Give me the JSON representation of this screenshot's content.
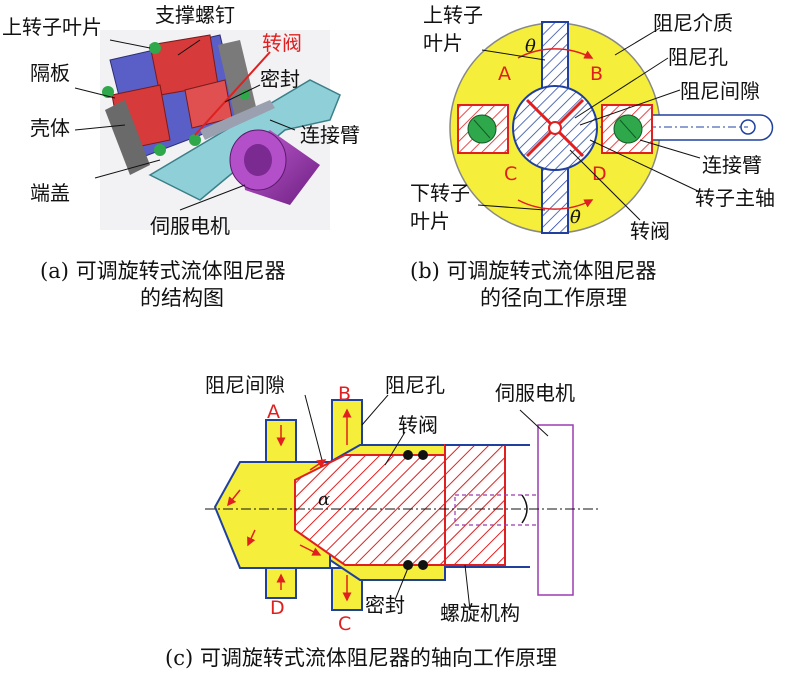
{
  "panel_a": {
    "labels": {
      "upper_blade": "上转子叶片",
      "support_screw": "支撑螺钉",
      "rotary_valve": "转阀",
      "partition": "隔板",
      "seal": "密封",
      "housing": "壳体",
      "connecting_arm": "连接臂",
      "end_cap": "端盖",
      "servo_motor": "伺服电机"
    },
    "caption_line1": "(a) 可调旋转式流体阻尼器",
    "caption_line2": "的结构图"
  },
  "panel_b": {
    "labels": {
      "upper_blade_1": "上转子",
      "upper_blade_2": "叶片",
      "theta": "θ",
      "damping_medium": "阻尼介质",
      "damping_hole": "阻尼孔",
      "damping_gap": "阻尼间隙",
      "chamber_a": "A",
      "chamber_b": "B",
      "chamber_c": "C",
      "chamber_d": "D",
      "connecting_arm": "连接臂",
      "rotor_shaft": "转子主轴",
      "lower_blade_1": "下转子",
      "lower_blade_2": "叶片",
      "rotary_valve": "转阀",
      "theta_dot": "θ̇"
    },
    "caption_line1": "(b) 可调旋转式流体阻尼器",
    "caption_line2": "的径向工作原理"
  },
  "panel_c": {
    "labels": {
      "damping_gap": "阻尼间隙",
      "damping_hole": "阻尼孔",
      "servo_motor": "伺服电机",
      "rotary_valve": "转阀",
      "chamber_a": "A",
      "chamber_b": "B",
      "chamber_c": "C",
      "chamber_d": "D",
      "alpha": "α",
      "seal": "密封",
      "screw_mechanism": "螺旋机构"
    },
    "caption": "(c) 可调旋转式流体阻尼器的轴向工作原理"
  },
  "colors": {
    "yellow": "#f5ee3a",
    "red": "#e02020",
    "blue": "#2040a0",
    "green": "#2ea84a",
    "purple": "#9b3bb0",
    "teal": "#8fd0d8"
  }
}
